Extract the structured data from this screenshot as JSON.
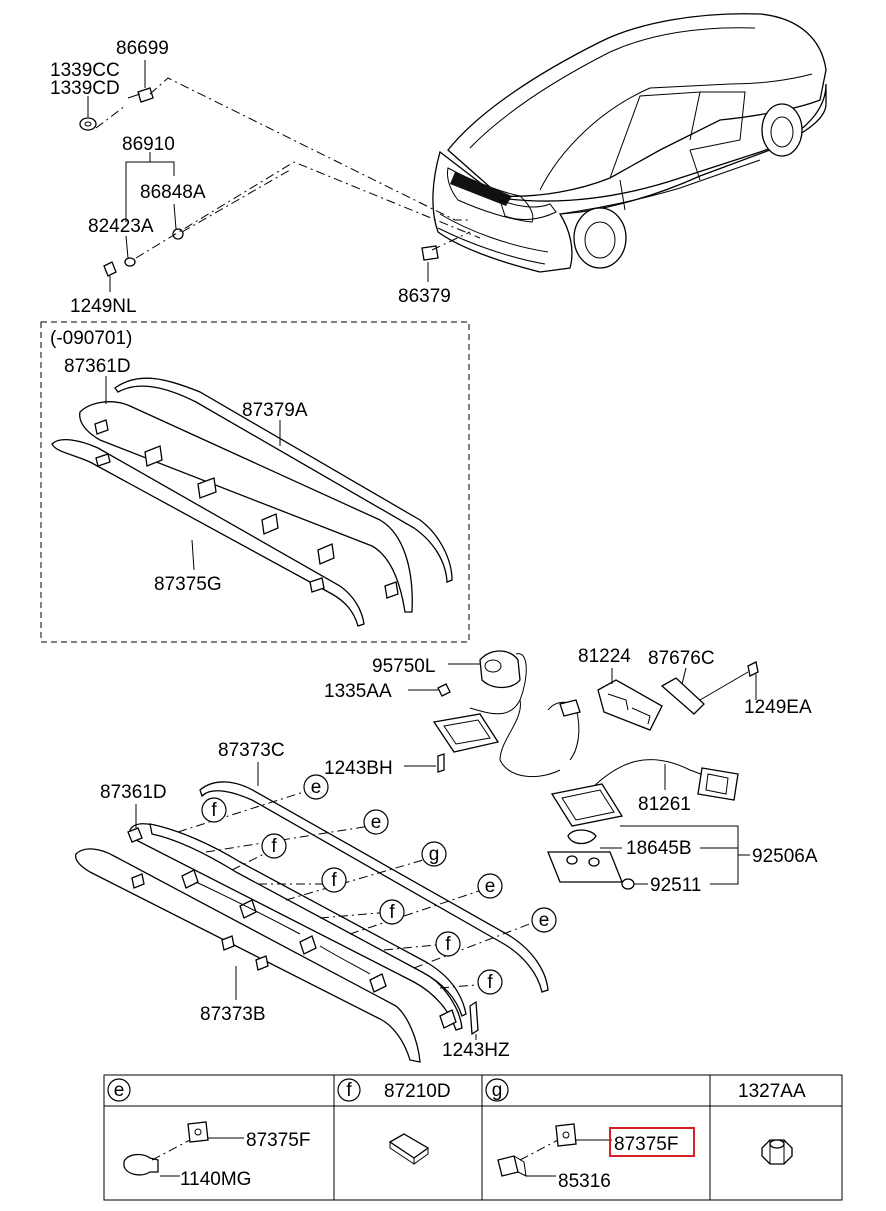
{
  "labels": {
    "p1339cc": "1339CC",
    "p1339cd": "1339CD",
    "p86699": "86699",
    "p86910": "86910",
    "p86848a": "86848A",
    "p82423a": "82423A",
    "p1249nl": "1249NL",
    "p86379": "86379",
    "variant_note": "(-090701)",
    "p87361d_top": "87361D",
    "p87379a": "87379A",
    "p87375g": "87375G",
    "p95750l": "95750L",
    "p1335aa": "1335AA",
    "p81224": "81224",
    "p87676c": "87676C",
    "p1249ea": "1249EA",
    "p87373c": "87373C",
    "p1243bh": "1243BH",
    "p87361d_bottom": "87361D",
    "p81261": "81261",
    "p18645b": "18645B",
    "p92506a": "92506A",
    "p92511": "92511",
    "p87373b": "87373B",
    "p1243hz": "1243HZ"
  },
  "callouts": {
    "e": "e",
    "f": "f",
    "g": "g"
  },
  "legend": {
    "col_e_letter": "e",
    "col_f_letter": "f",
    "col_f_part": "87210D",
    "col_g_letter": "g",
    "col_4_part": "1327AA",
    "e_part_1": "87375F",
    "e_part_2": "1140MG",
    "g_part_1": "87375F",
    "g_part_2": "85316"
  },
  "highlight": {
    "part": "87375F",
    "color": "#d81f26"
  }
}
